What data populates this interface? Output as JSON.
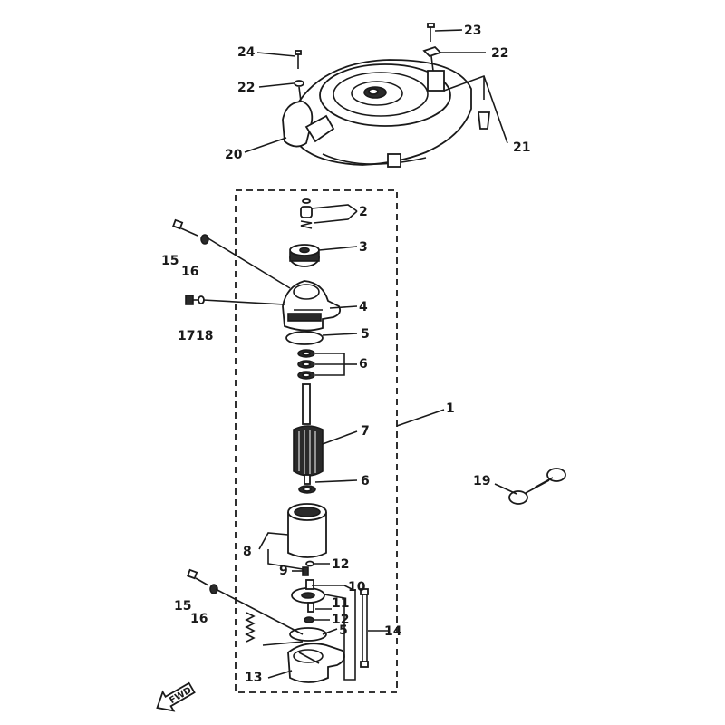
{
  "callouts": [
    {
      "id": "c1",
      "text": "1"
    },
    {
      "id": "c2",
      "text": "2"
    },
    {
      "id": "c3",
      "text": "3"
    },
    {
      "id": "c4",
      "text": "4"
    },
    {
      "id": "c5a",
      "text": "5"
    },
    {
      "id": "c6a",
      "text": "6"
    },
    {
      "id": "c7",
      "text": "7"
    },
    {
      "id": "c6b",
      "text": "6"
    },
    {
      "id": "c8",
      "text": "8"
    },
    {
      "id": "c9",
      "text": "9"
    },
    {
      "id": "c12a",
      "text": "12"
    },
    {
      "id": "c10",
      "text": "10"
    },
    {
      "id": "c11",
      "text": "11"
    },
    {
      "id": "c12b",
      "text": "12"
    },
    {
      "id": "c5b",
      "text": "5"
    },
    {
      "id": "c13",
      "text": "13"
    },
    {
      "id": "c14",
      "text": "14"
    },
    {
      "id": "c15a",
      "text": "15"
    },
    {
      "id": "c16a",
      "text": "16"
    },
    {
      "id": "c15b",
      "text": "15"
    },
    {
      "id": "c16b",
      "text": "16"
    },
    {
      "id": "c17",
      "text": "17"
    },
    {
      "id": "c18",
      "text": "18"
    },
    {
      "id": "c19",
      "text": "19"
    },
    {
      "id": "c20",
      "text": "20"
    },
    {
      "id": "c21",
      "text": "21"
    },
    {
      "id": "c22a",
      "text": "22"
    },
    {
      "id": "c22b",
      "text": "22"
    },
    {
      "id": "c23",
      "text": "23"
    },
    {
      "id": "c24",
      "text": "24"
    }
  ],
  "fwd_label": "FWD"
}
